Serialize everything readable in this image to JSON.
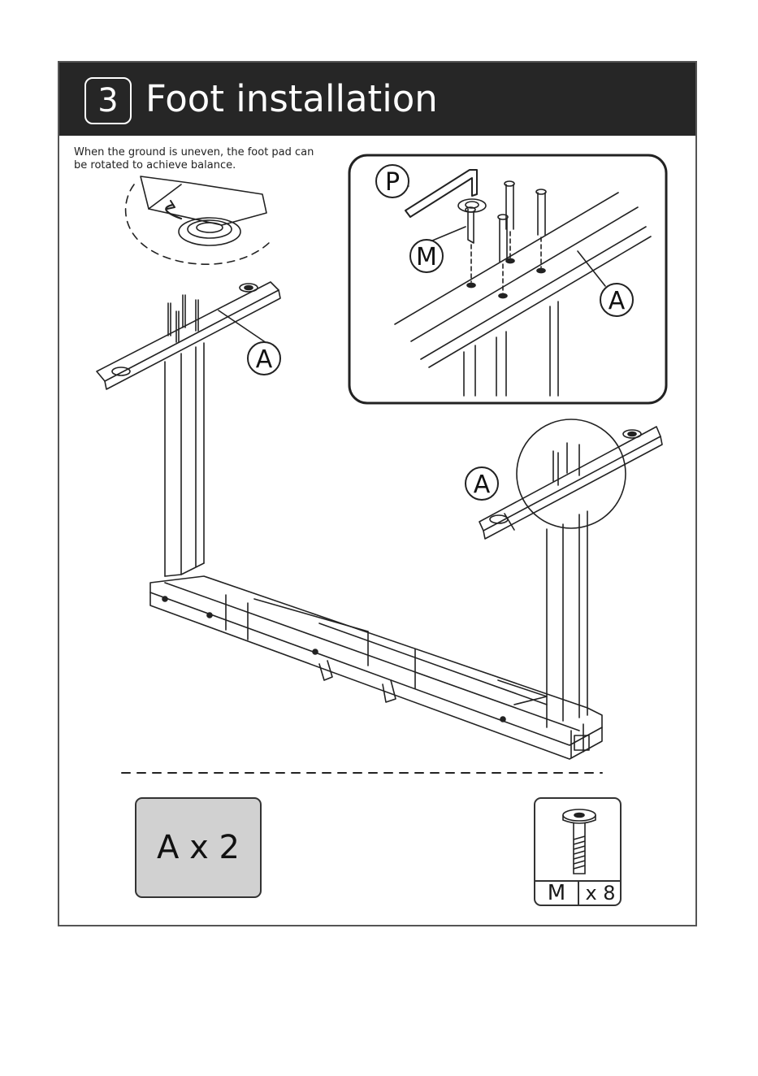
{
  "step": {
    "number": "3",
    "title": "Foot installation"
  },
  "note": {
    "text": "When the ground is uneven, the foot pad can be rotated to achieve balance."
  },
  "callouts": {
    "detail_tool": "P",
    "detail_screw": "M",
    "detail_part": "A",
    "left_foot": "A",
    "right_foot": "A"
  },
  "parts": {
    "a_count": "A x 2",
    "m_label": "M",
    "m_qty": "x 8"
  },
  "icons": {
    "foot_pad": "foot-pad-rotation-icon",
    "allen_key": "allen-key-icon",
    "screw": "screw-icon"
  }
}
